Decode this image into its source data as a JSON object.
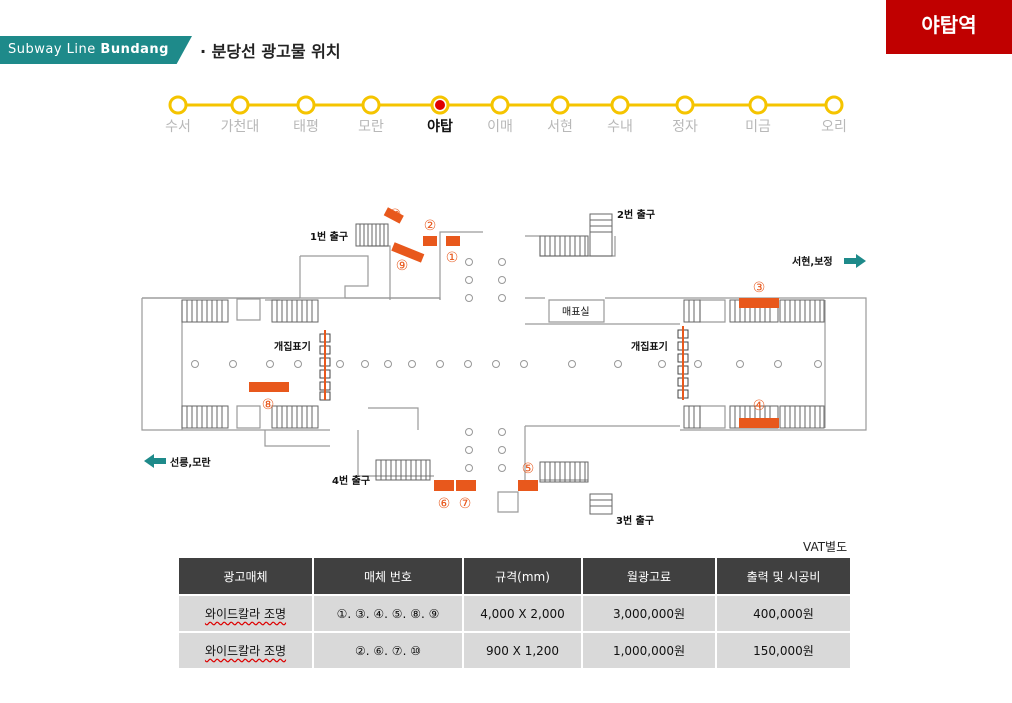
{
  "header": {
    "line_tag_prefix": "Subway Line ",
    "line_tag_bold": "Bundang",
    "title": "· 분당선 광고물 위치",
    "station_badge": "야탑역"
  },
  "route": {
    "stations": [
      "수서",
      "가천대",
      "태평",
      "모란",
      "야탑",
      "이매",
      "서현",
      "수내",
      "정자",
      "미금",
      "오리"
    ],
    "current_index": 4,
    "line_color": "#f5c400",
    "current_color": "#e00000"
  },
  "floor_plan": {
    "exit_1": "1번 출구",
    "exit_2": "2번 출구",
    "exit_3": "3번 출구",
    "exit_4": "4번 출구",
    "ticket_office": "매표실",
    "gate_left": "개집표기",
    "gate_right": "개집표기",
    "direction_east": "서현,보정",
    "direction_west": "선릉,모란",
    "ad_color": "#e8581c",
    "ad_markers": [
      "①",
      "②",
      "③",
      "④",
      "⑤",
      "⑥",
      "⑦",
      "⑧",
      "⑨",
      "⑩"
    ]
  },
  "table": {
    "note": "VAT별도",
    "headers": [
      "광고매체",
      "매체 번호",
      "규격(mm)",
      "월광고료",
      "출력 및 시공비"
    ],
    "rows": [
      [
        "와이드칼라 조명",
        "①. ③. ④. ⑤. ⑧. ⑨",
        "4,000 X 2,000",
        "3,000,000원",
        "400,000원"
      ],
      [
        "와이드칼라 조명",
        "②. ⑥. ⑦. ⑩",
        "900 X 1,200",
        "1,000,000원",
        "150,000원"
      ]
    ]
  }
}
